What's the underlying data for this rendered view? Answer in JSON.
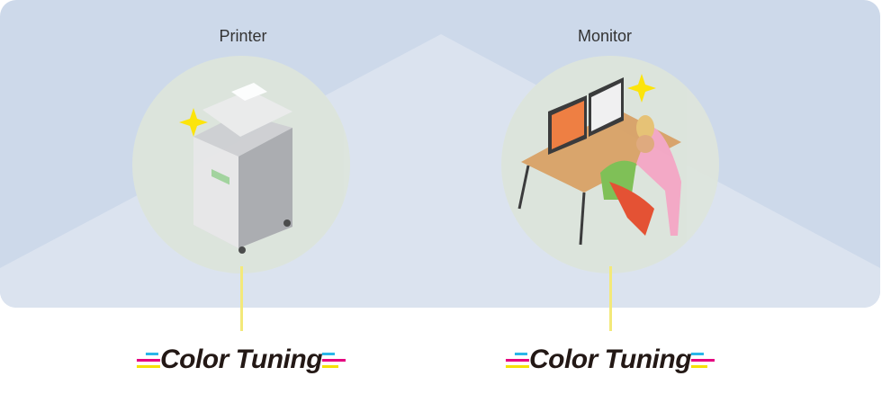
{
  "devices": [
    {
      "label": "Printer",
      "logo": "Color Tuning"
    },
    {
      "label": "Monitor",
      "logo": "Color Tuning"
    }
  ],
  "colors": {
    "panel": "#cdd9ea",
    "roof": "#dbe3ef",
    "circle": "#dde5dc",
    "line": "#f3e97a",
    "cyan": "#29b6e8",
    "magenta": "#e4007f",
    "yellow": "#f5e100"
  }
}
